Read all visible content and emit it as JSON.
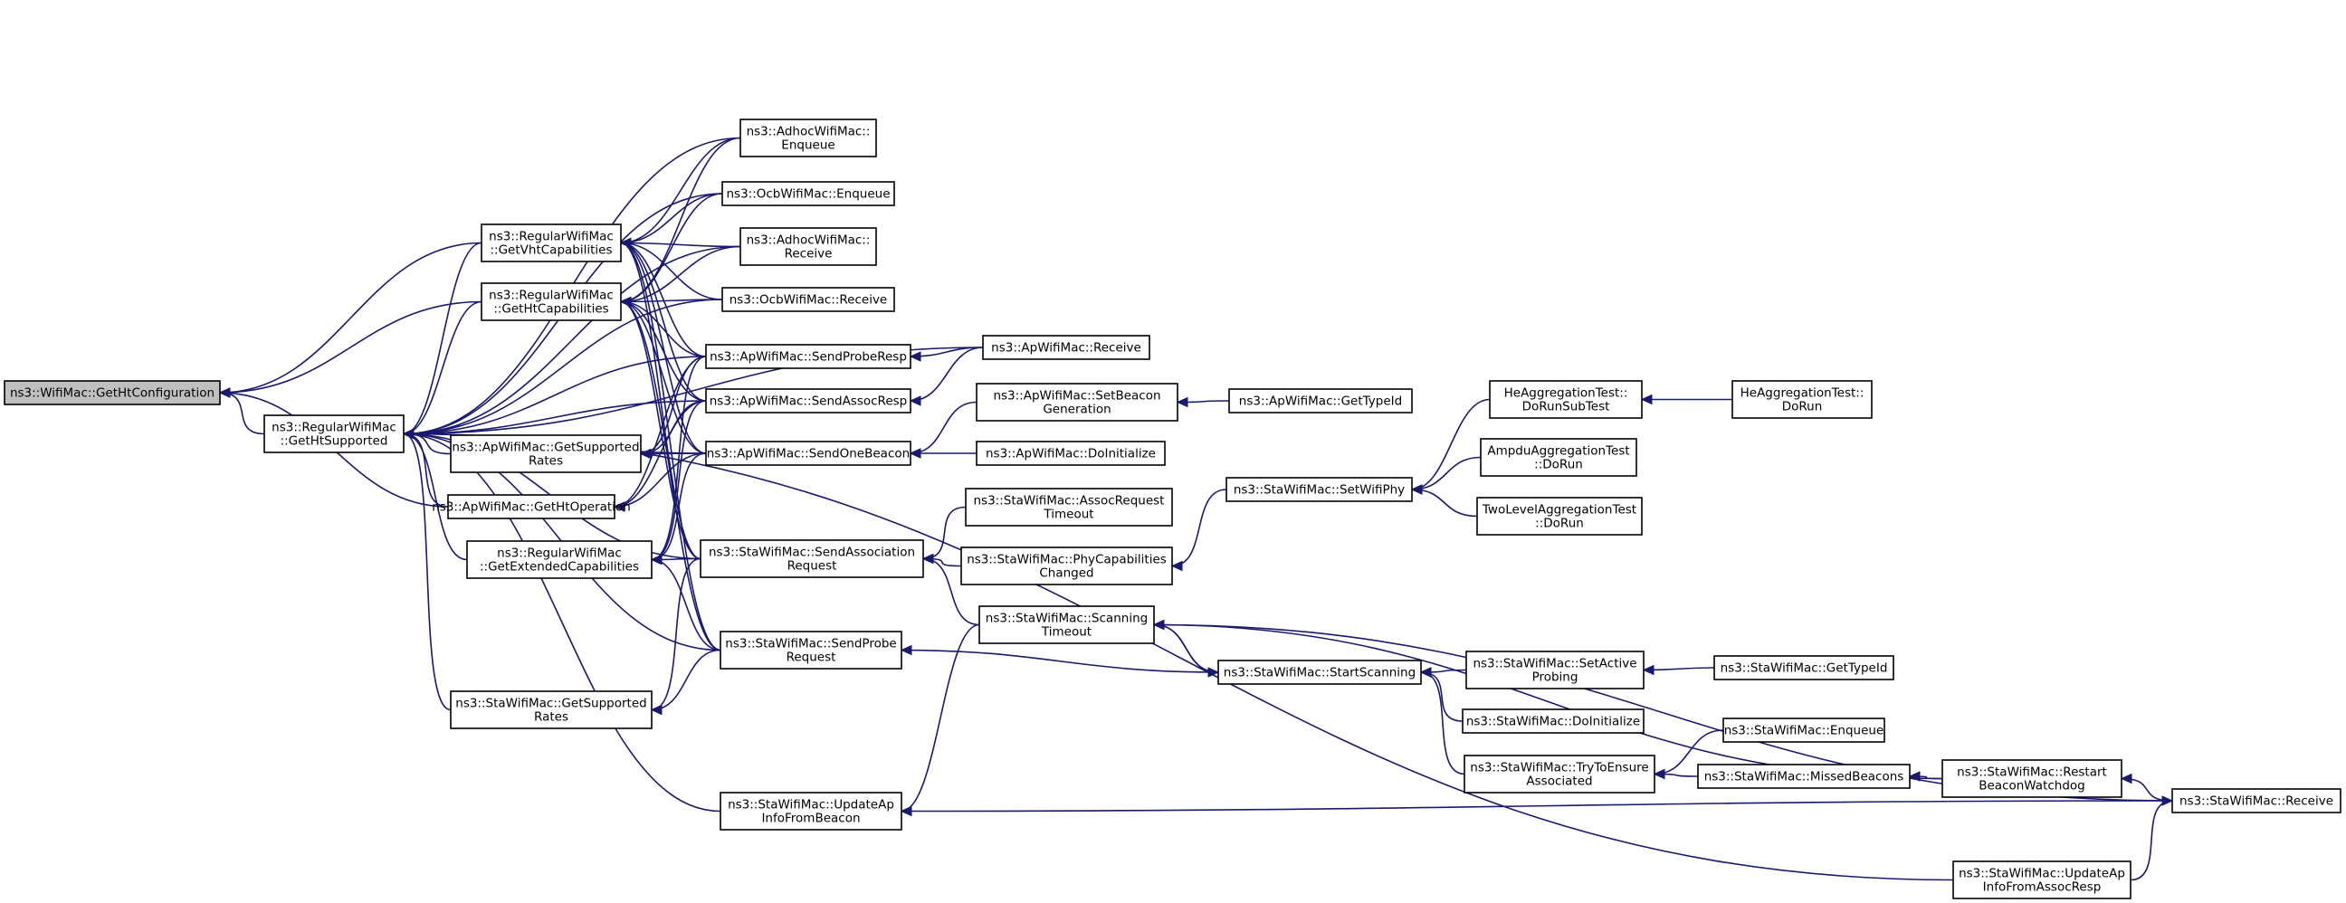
{
  "nodes": {
    "n0": {
      "lines": [
        "ns3::WifiMac::GetHtConfiguration"
      ],
      "root": true
    },
    "n1": {
      "lines": [
        "ns3::RegularWifiMac",
        "::GetHtSupported"
      ]
    },
    "n2": {
      "lines": [
        "ns3::RegularWifiMac",
        "::GetVhtCapabilities"
      ]
    },
    "n3": {
      "lines": [
        "ns3::RegularWifiMac",
        "::GetHtCapabilities"
      ]
    },
    "n4": {
      "lines": [
        "ns3::ApWifiMac::GetSupported",
        "Rates"
      ]
    },
    "n5": {
      "lines": [
        "ns3::ApWifiMac::GetHtOperation"
      ]
    },
    "n6": {
      "lines": [
        "ns3::RegularWifiMac",
        "::GetExtendedCapabilities"
      ]
    },
    "n7": {
      "lines": [
        "ns3::StaWifiMac::GetSupported",
        "Rates"
      ]
    },
    "n8": {
      "lines": [
        "ns3::AdhocWifiMac::",
        "Enqueue"
      ]
    },
    "n9": {
      "lines": [
        "ns3::OcbWifiMac::Enqueue"
      ]
    },
    "n10": {
      "lines": [
        "ns3::AdhocWifiMac::",
        "Receive"
      ]
    },
    "n11": {
      "lines": [
        "ns3::OcbWifiMac::Receive"
      ]
    },
    "n12": {
      "lines": [
        "ns3::ApWifiMac::SendProbeResp"
      ]
    },
    "n13": {
      "lines": [
        "ns3::ApWifiMac::SendAssocResp"
      ]
    },
    "n14": {
      "lines": [
        "ns3::ApWifiMac::SendOneBeacon"
      ]
    },
    "n15": {
      "lines": [
        "ns3::StaWifiMac::SendAssociation",
        "Request"
      ]
    },
    "n16": {
      "lines": [
        "ns3::StaWifiMac::SendProbe",
        "Request"
      ]
    },
    "n17": {
      "lines": [
        "ns3::StaWifiMac::UpdateAp",
        "InfoFromBeacon"
      ]
    },
    "n18": {
      "lines": [
        "ns3::ApWifiMac::Receive"
      ]
    },
    "n19": {
      "lines": [
        "ns3::ApWifiMac::SetBeacon",
        "Generation"
      ]
    },
    "n20": {
      "lines": [
        "ns3::ApWifiMac::DoInitialize"
      ]
    },
    "n21": {
      "lines": [
        "ns3::StaWifiMac::AssocRequest",
        "Timeout"
      ]
    },
    "n22": {
      "lines": [
        "ns3::StaWifiMac::PhyCapabilities",
        "Changed"
      ]
    },
    "n23": {
      "lines": [
        "ns3::StaWifiMac::Scanning",
        "Timeout"
      ]
    },
    "n24": {
      "lines": [
        "ns3::ApWifiMac::GetTypeId"
      ]
    },
    "n25": {
      "lines": [
        "ns3::StaWifiMac::SetWifiPhy"
      ]
    },
    "n26": {
      "lines": [
        "ns3::StaWifiMac::StartScanning"
      ]
    },
    "n27": {
      "lines": [
        "HeAggregationTest::",
        "DoRunSubTest"
      ]
    },
    "n28": {
      "lines": [
        "AmpduAggregationTest",
        "::DoRun"
      ]
    },
    "n29": {
      "lines": [
        "TwoLevelAggregationTest",
        "::DoRun"
      ]
    },
    "n30": {
      "lines": [
        "ns3::StaWifiMac::SetActive",
        "Probing"
      ]
    },
    "n31": {
      "lines": [
        "ns3::StaWifiMac::DoInitialize"
      ]
    },
    "n32": {
      "lines": [
        "ns3::StaWifiMac::TryToEnsure",
        "Associated"
      ]
    },
    "n33": {
      "lines": [
        "HeAggregationTest::",
        "DoRun"
      ]
    },
    "n34": {
      "lines": [
        "ns3::StaWifiMac::GetTypeId"
      ]
    },
    "n35": {
      "lines": [
        "ns3::StaWifiMac::Enqueue"
      ]
    },
    "n36": {
      "lines": [
        "ns3::StaWifiMac::MissedBeacons"
      ]
    },
    "n37": {
      "lines": [
        "ns3::StaWifiMac::Restart",
        "BeaconWatchdog"
      ]
    },
    "n38": {
      "lines": [
        "ns3::StaWifiMac::Receive"
      ]
    },
    "n39": {
      "lines": [
        "ns3::StaWifiMac::UpdateAp",
        "InfoFromAssocResp"
      ]
    }
  },
  "edges": [
    [
      "n0",
      "n1"
    ],
    [
      "n0",
      "n2"
    ],
    [
      "n0",
      "n3"
    ],
    [
      "n0",
      "n5"
    ],
    [
      "n1",
      "n2"
    ],
    [
      "n1",
      "n3"
    ],
    [
      "n1",
      "n4"
    ],
    [
      "n1",
      "n5"
    ],
    [
      "n1",
      "n6"
    ],
    [
      "n1",
      "n7"
    ],
    [
      "n1",
      "n8"
    ],
    [
      "n1",
      "n9"
    ],
    [
      "n1",
      "n10"
    ],
    [
      "n1",
      "n11"
    ],
    [
      "n1",
      "n12"
    ],
    [
      "n1",
      "n13"
    ],
    [
      "n1",
      "n14"
    ],
    [
      "n1",
      "n15"
    ],
    [
      "n1",
      "n16"
    ],
    [
      "n1",
      "n17"
    ],
    [
      "n1",
      "n18"
    ],
    [
      "n1",
      "n39"
    ],
    [
      "n2",
      "n8"
    ],
    [
      "n2",
      "n9"
    ],
    [
      "n2",
      "n10"
    ],
    [
      "n2",
      "n11"
    ],
    [
      "n2",
      "n12"
    ],
    [
      "n2",
      "n13"
    ],
    [
      "n2",
      "n14"
    ],
    [
      "n2",
      "n15"
    ],
    [
      "n2",
      "n16"
    ],
    [
      "n3",
      "n8"
    ],
    [
      "n3",
      "n9"
    ],
    [
      "n3",
      "n10"
    ],
    [
      "n3",
      "n11"
    ],
    [
      "n3",
      "n12"
    ],
    [
      "n3",
      "n13"
    ],
    [
      "n3",
      "n14"
    ],
    [
      "n3",
      "n15"
    ],
    [
      "n3",
      "n16"
    ],
    [
      "n4",
      "n12"
    ],
    [
      "n4",
      "n13"
    ],
    [
      "n4",
      "n14"
    ],
    [
      "n5",
      "n12"
    ],
    [
      "n5",
      "n13"
    ],
    [
      "n5",
      "n14"
    ],
    [
      "n6",
      "n12"
    ],
    [
      "n6",
      "n13"
    ],
    [
      "n6",
      "n14"
    ],
    [
      "n6",
      "n15"
    ],
    [
      "n6",
      "n16"
    ],
    [
      "n7",
      "n15"
    ],
    [
      "n7",
      "n16"
    ],
    [
      "n12",
      "n18"
    ],
    [
      "n13",
      "n18"
    ],
    [
      "n14",
      "n19"
    ],
    [
      "n14",
      "n20"
    ],
    [
      "n15",
      "n21"
    ],
    [
      "n15",
      "n22"
    ],
    [
      "n15",
      "n23"
    ],
    [
      "n16",
      "n26"
    ],
    [
      "n17",
      "n23"
    ],
    [
      "n17",
      "n38"
    ],
    [
      "n19",
      "n24"
    ],
    [
      "n22",
      "n25"
    ],
    [
      "n23",
      "n26"
    ],
    [
      "n23",
      "n38"
    ],
    [
      "n23",
      "n37"
    ],
    [
      "n25",
      "n27"
    ],
    [
      "n25",
      "n28"
    ],
    [
      "n25",
      "n29"
    ],
    [
      "n26",
      "n23"
    ],
    [
      "n26",
      "n30"
    ],
    [
      "n26",
      "n31"
    ],
    [
      "n26",
      "n32"
    ],
    [
      "n27",
      "n33"
    ],
    [
      "n30",
      "n34"
    ],
    [
      "n32",
      "n35"
    ],
    [
      "n32",
      "n36"
    ],
    [
      "n36",
      "n37"
    ],
    [
      "n37",
      "n38"
    ],
    [
      "n38",
      "n39"
    ]
  ]
}
